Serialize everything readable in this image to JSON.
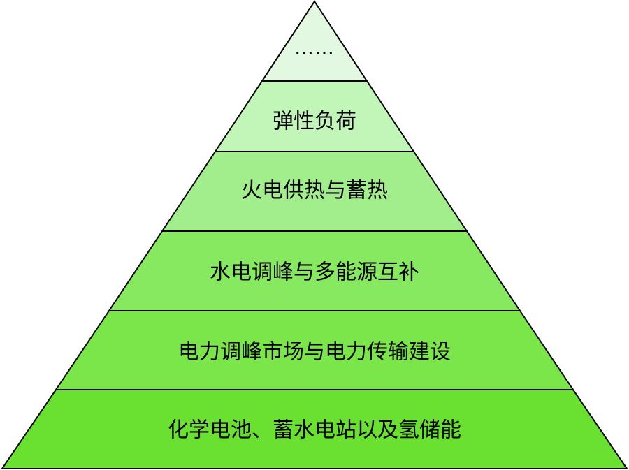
{
  "pyramid": {
    "tiers": [
      {
        "label": "……",
        "fill": "#e2f8e0"
      },
      {
        "label": "弹性负荷",
        "fill": "#c2f5b8"
      },
      {
        "label": "火电供热与蓄热",
        "fill": "#a2ee8c"
      },
      {
        "label": "水电调峰与多能源互补",
        "fill": "#86e960"
      },
      {
        "label": "电力调峰市场与电力传输建设",
        "fill": "#7ae64a"
      },
      {
        "label": "化学电池、蓄水电站以及氢储能",
        "fill": "#6ae030"
      }
    ]
  }
}
